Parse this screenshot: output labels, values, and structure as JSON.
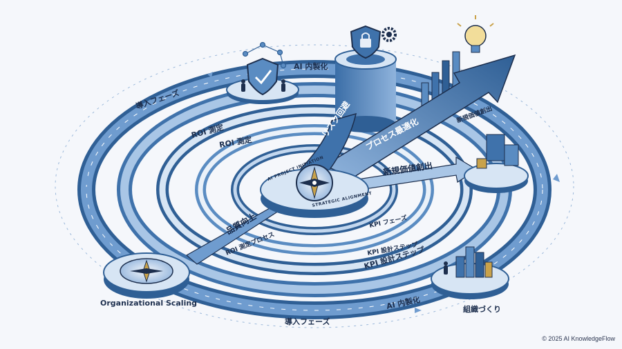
{
  "labels": {
    "top_ai": "AI 内製化",
    "top_left_phase": "導入フェーズ",
    "roi1": "ROI 測定",
    "roi2": "ROI 測定",
    "risk": "リスク回避",
    "process": "プロセス最適化",
    "new_value_top": "新規価値創出",
    "new_value_mid": "新規価値創出",
    "project_initiation": "AI PROJECT INITIATION",
    "strategic": "STRATEGIC ALIGNMENT",
    "quality": "品質向上",
    "roi_process": "ROI 測定プロセス",
    "kpi_small": "KPI フェーズ",
    "kpi_step_small": "KPI 設計ステップ",
    "kpi_step": "KPI 設計ステップ",
    "org_scaling": "Organizational Scaling",
    "bottom_phase": "導入フェーズ",
    "bottom_ai": "AI 内製化",
    "org_build": "組織づくり"
  },
  "footer": {
    "copyright": "© 2025 AI KnowledgeFlow"
  },
  "colors": {
    "ring_dark": "#2f5f95",
    "ring_mid": "#5a8cc2",
    "ring_light": "#a9c6e6",
    "ring_pale": "#d7e5f4",
    "gold": "#c9a24a",
    "navy": "#1d2f4e"
  },
  "icons": [
    "shield-check-icon",
    "lock-shield-icon",
    "gear-icon",
    "lightbulb-icon",
    "compass-icon",
    "growth-arrow-icon",
    "bar-chart-icon",
    "people-icon",
    "cube-stack-icon",
    "network-nodes-icon"
  ]
}
